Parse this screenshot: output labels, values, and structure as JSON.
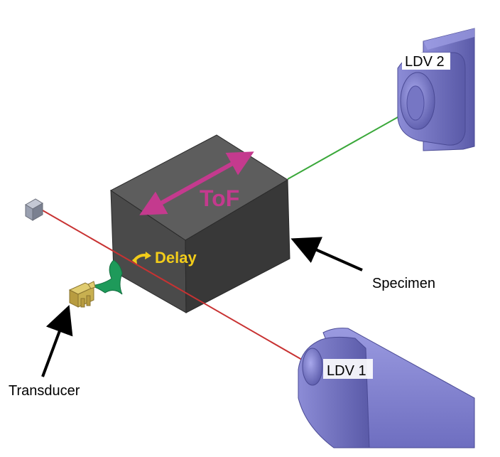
{
  "labels": {
    "ldv2": "LDV 2",
    "ldv1": "LDV 1",
    "tof": "ToF",
    "delay": "Delay",
    "specimen": "Specimen",
    "transducer": "Transducer"
  },
  "colors": {
    "background": "#ffffff",
    "ldv_body": "#6666b8",
    "ldv_light": "#8c8cd6",
    "ldv_dark": "#4a4a94",
    "specimen_front": "#4a4a4a",
    "specimen_top": "#5d5d5d",
    "specimen_right": "#383838",
    "tof": "#c43a8e",
    "delay": "#f2cc1a",
    "red_beam": "#c83232",
    "green_beam": "#3aa83a",
    "wedge": "#1e9a5a",
    "transducer": "#c8b050",
    "arrow": "#000000",
    "reflector": "#9aa0b0"
  },
  "icons": {
    "delay_marker": "curved-double-arrow-icon",
    "transducer": "transducer-icon"
  }
}
